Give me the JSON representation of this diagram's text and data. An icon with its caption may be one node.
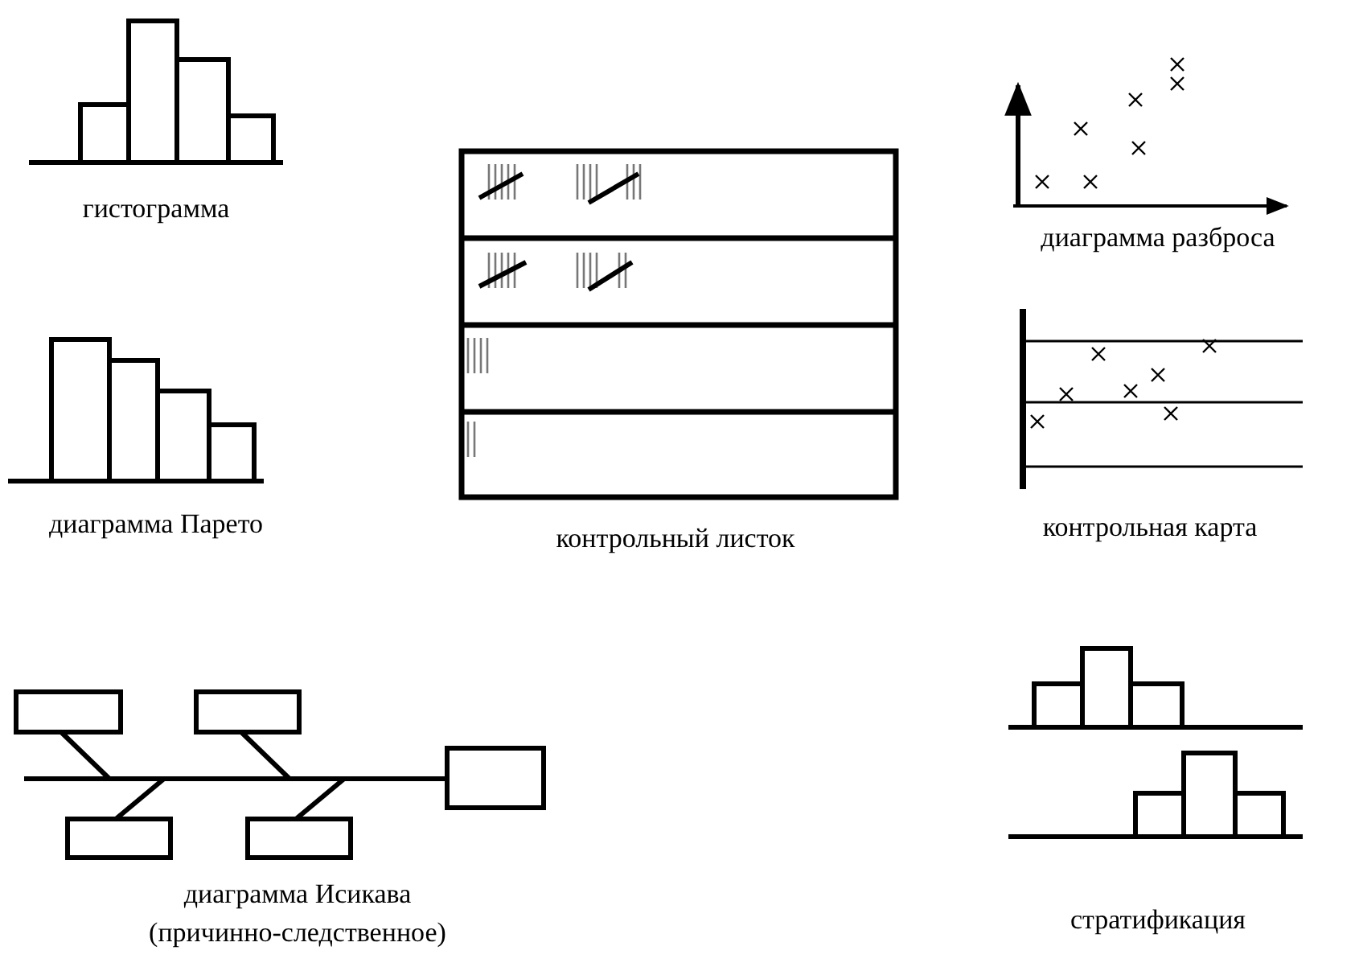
{
  "diagram": {
    "labels": [
      "гистограмма",
      "диаграмма Парето",
      "контрольный листок",
      "диаграмма разброса",
      "контрольная карта",
      "диаграмма Исикава",
      "(причинно-следственное)",
      "стратификация"
    ]
  }
}
